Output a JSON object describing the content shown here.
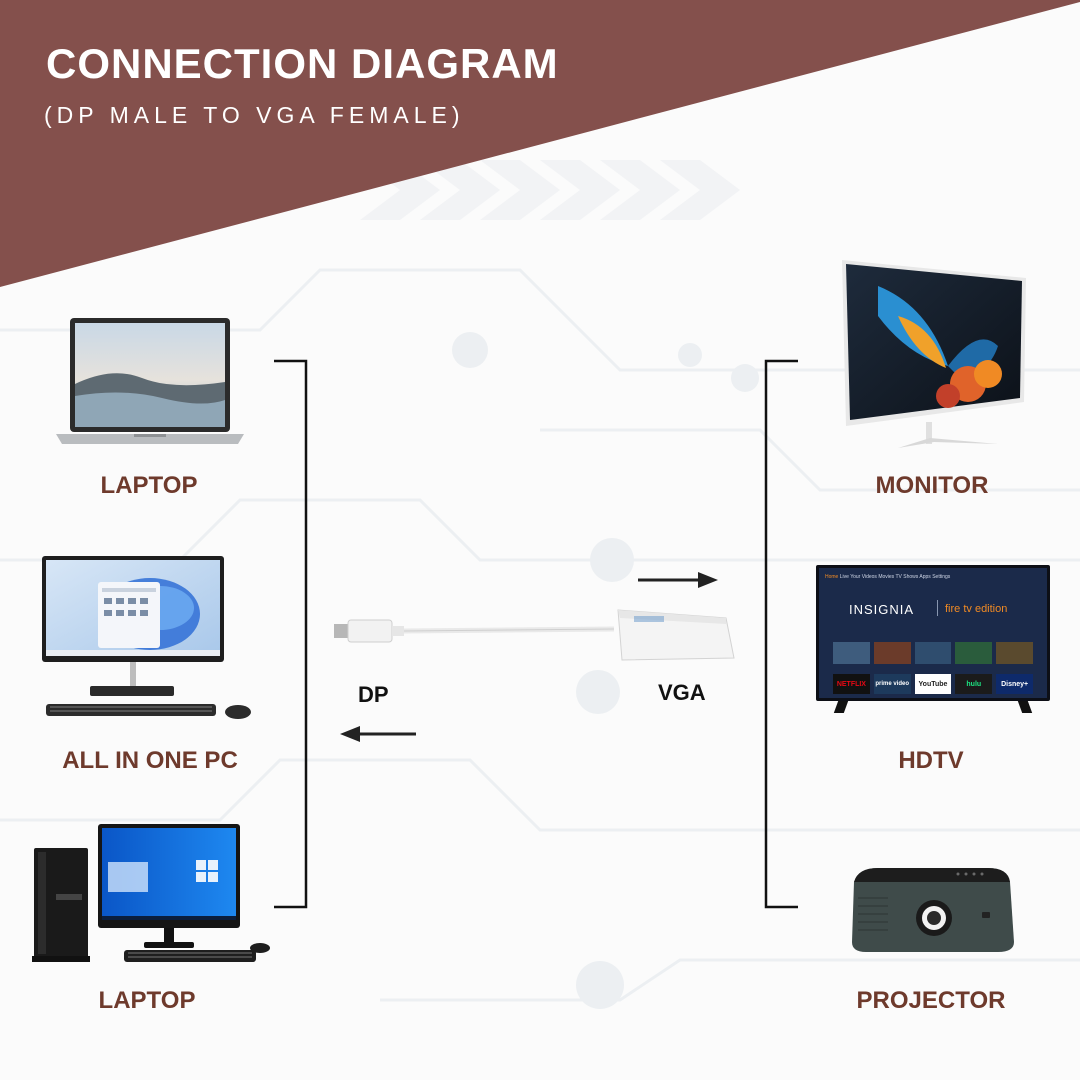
{
  "header": {
    "title": "CONNECTION DIAGRAM",
    "subtitle": "(DP MALE TO VGA FEMALE)",
    "band_color": "#84504c"
  },
  "sources": [
    {
      "label": "LAPTOP",
      "icon": "laptop-icon"
    },
    {
      "label": "ALL IN ONE PC",
      "icon": "all-in-one-pc-icon"
    },
    {
      "label": "LAPTOP",
      "icon": "desktop-pc-icon"
    }
  ],
  "outputs": [
    {
      "label": "MONITOR",
      "icon": "monitor-icon"
    },
    {
      "label": "HDTV",
      "icon": "hdtv-icon"
    },
    {
      "label": "PROJECTOR",
      "icon": "projector-icon"
    }
  ],
  "adapter": {
    "input_label": "DP",
    "output_label": "VGA"
  },
  "hdtv_screen": {
    "brand": "INSIGNIA",
    "edition": "fire tv edition",
    "menu": [
      "Home",
      "Live",
      "Your Videos",
      "Movies",
      "TV Shows",
      "Apps",
      "Settings"
    ],
    "apps": [
      "NETFLIX",
      "prime video",
      "YouTube",
      "hulu",
      "Disney+"
    ]
  },
  "colors": {
    "label": "#6e3a2c",
    "accent_orange": "#f08a24"
  }
}
